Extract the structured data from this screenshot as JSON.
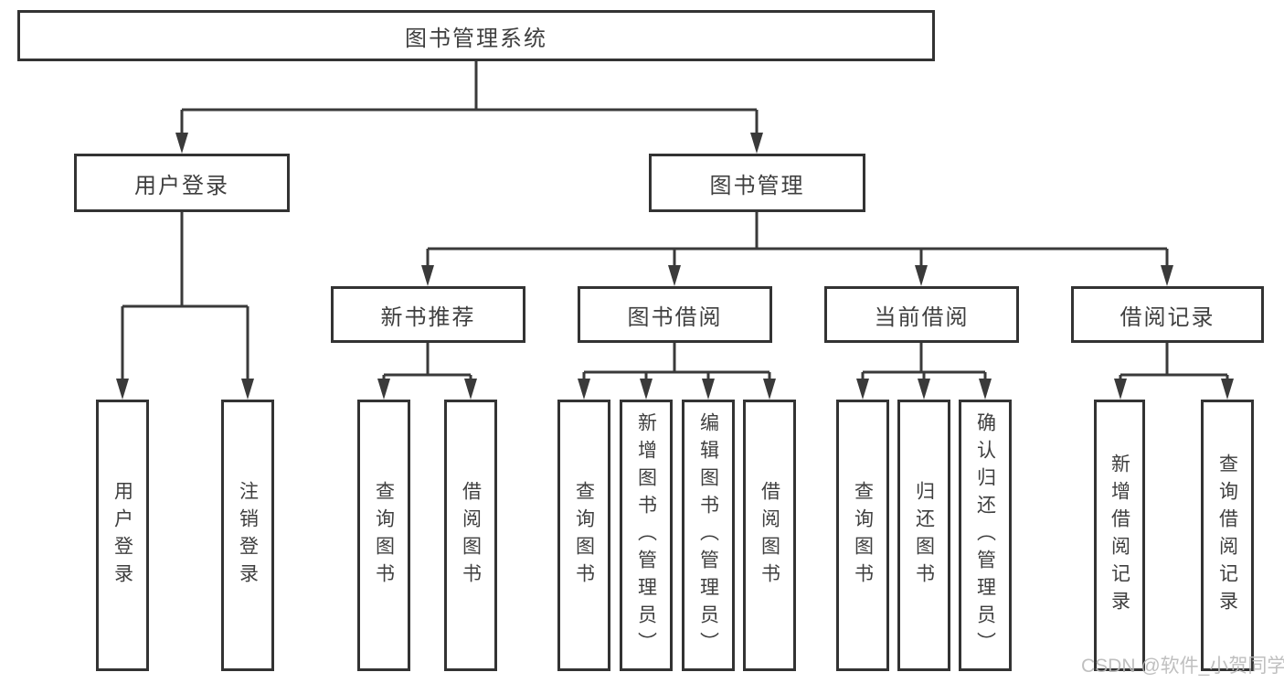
{
  "diagram_type": "tree",
  "tree": {
    "label": "图书管理系统",
    "children": [
      {
        "label": "用户登录",
        "children": [
          {
            "label": "用户登录"
          },
          {
            "label": "注销登录"
          }
        ]
      },
      {
        "label": "图书管理",
        "children": [
          {
            "label": "新书推荐",
            "children": [
              {
                "label": "查询图书"
              },
              {
                "label": "借阅图书"
              }
            ]
          },
          {
            "label": "图书借阅",
            "children": [
              {
                "label": "查询图书"
              },
              {
                "label": "新增图书（管理员）"
              },
              {
                "label": "编辑图书（管理员）"
              },
              {
                "label": "借阅图书"
              }
            ]
          },
          {
            "label": "当前借阅",
            "children": [
              {
                "label": "查询图书"
              },
              {
                "label": "归还图书"
              },
              {
                "label": "确认归还（管理员）"
              }
            ]
          },
          {
            "label": "借阅记录",
            "children": [
              {
                "label": "新增借阅记录"
              },
              {
                "label": "查询借阅记录"
              }
            ]
          }
        ]
      }
    ]
  },
  "watermark": {
    "text": "CSDN @软件_小贺同学"
  },
  "colors": {
    "line": "#3a3a3a",
    "box_border": "#333333",
    "text": "#3f3f3f",
    "watermark": "#b9b9b9",
    "background": "#ffffff"
  }
}
